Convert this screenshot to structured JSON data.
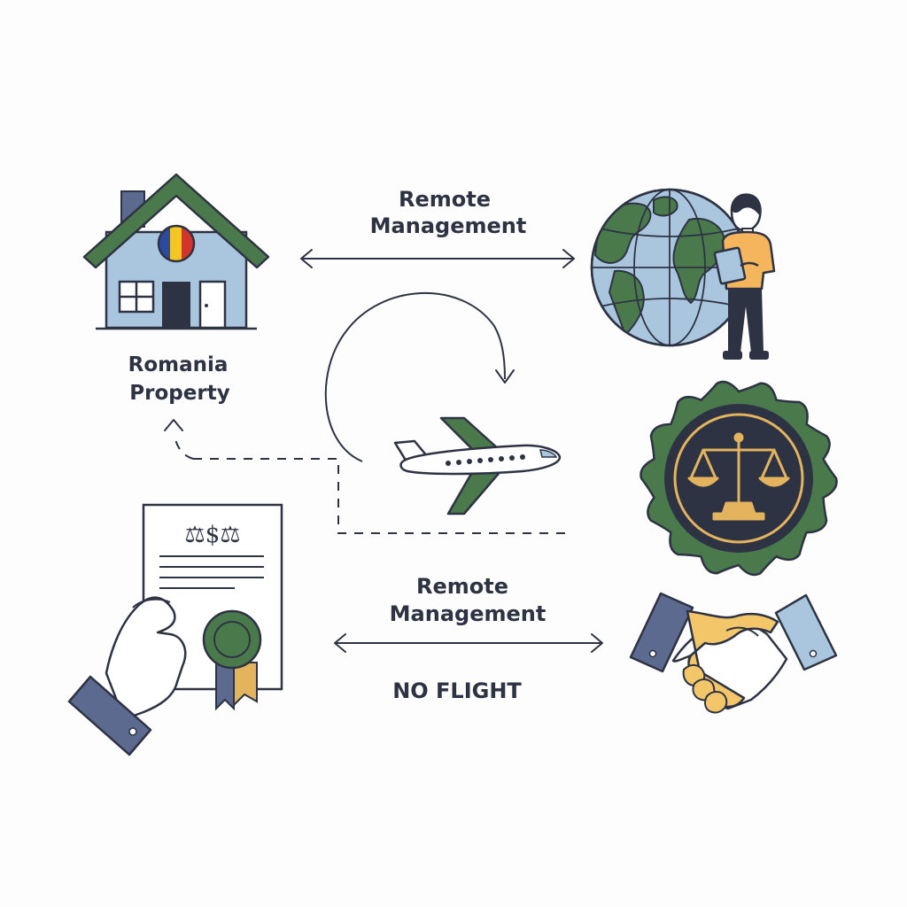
{
  "labels": {
    "top_line1": "Remote",
    "top_line2": "Management",
    "property_line1": "Romania",
    "property_line2": "Property",
    "bottom_line1": "Remote",
    "bottom_line2": "Management",
    "no_flight": "NO FLIGHT"
  },
  "document": {
    "header_symbols": "⚖$⚖"
  },
  "icons": {
    "house": "house-with-romanian-flag-icon",
    "globe": "globe-with-person-icon",
    "airplane": "airplane-icon",
    "seal": "scales-of-justice-seal-icon",
    "document": "document-with-ribbon-icon",
    "handshake": "handshake-icon"
  },
  "colors": {
    "ink": "#2e3344",
    "green": "#4a7a4c",
    "light_blue": "#a9c6de",
    "gold": "#e3b35e",
    "navy": "#5b6a8e",
    "flag_blue": "#2b4aa0",
    "flag_yellow": "#f3c623",
    "flag_red": "#d1352b"
  }
}
